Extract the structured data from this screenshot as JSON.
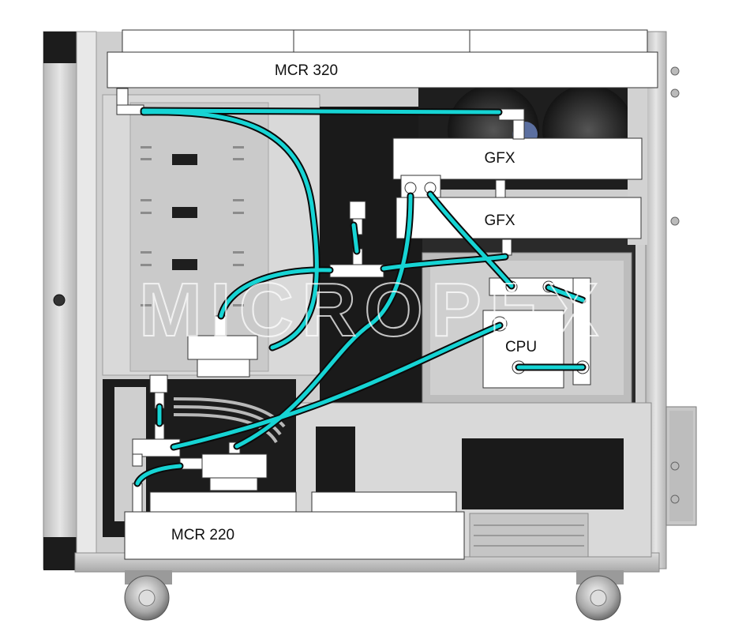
{
  "labels": {
    "radiator_top": "MCR 320",
    "radiator_bottom": "MCR 220",
    "gfx_upper": "GFX",
    "gfx_lower": "GFX",
    "cpu": "CPU"
  },
  "watermark": "MICROPEX",
  "colors": {
    "tube": "#16d4d4",
    "tube_outline": "#0a0a0a",
    "case_metal": "#d2d2d2",
    "case_dark": "#202020",
    "component_box": "#ffffff"
  }
}
